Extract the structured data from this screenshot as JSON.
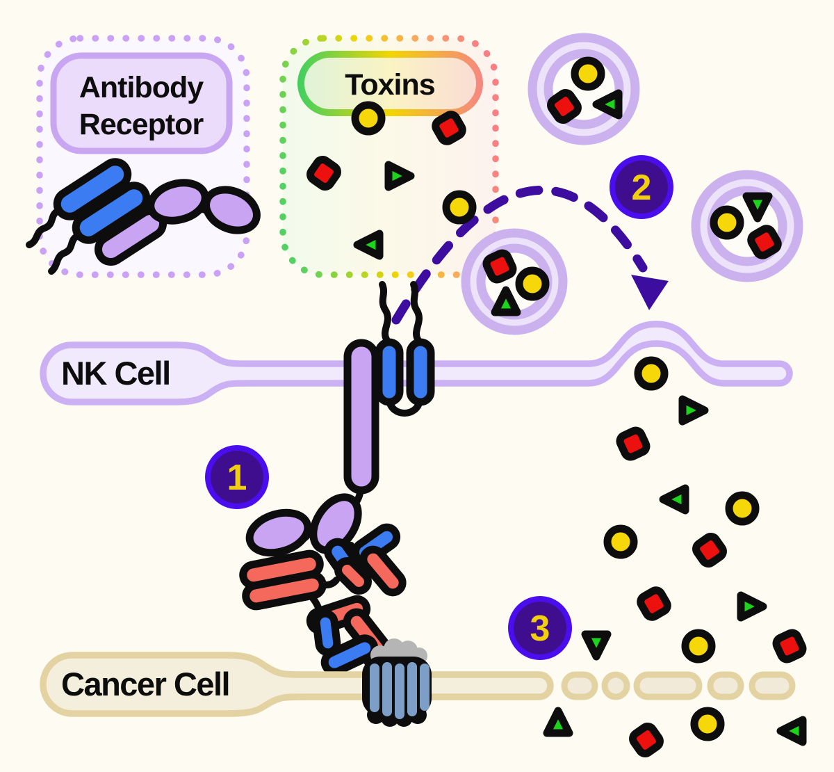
{
  "diagram": {
    "legend": {
      "antibody_receptor": {
        "label_line1": "Antibody",
        "label_line2": "Receptor"
      },
      "toxins": {
        "label": "Toxins"
      }
    },
    "cells": {
      "nk": {
        "label": "NK Cell"
      },
      "cancer": {
        "label": "Cancer Cell"
      }
    },
    "step_badges": {
      "one": "1",
      "two": "2",
      "three": "3"
    },
    "icons": {
      "toxin_yellow": "yellow-circle-toxin",
      "toxin_red": "red-diamond-toxin",
      "toxin_green": "green-triangle-toxin",
      "vesicle": "toxin-filled-vesicle",
      "antibody": "antibody-molecule",
      "receptor": "antibody-fc-receptor",
      "pore": "target-membrane-receptor-pore",
      "arrow": "dashed-vesicle-transport-arrow"
    },
    "colors": {
      "background": "#fdfbf2",
      "nk_membrane_stroke": "#cbb1f3",
      "nk_membrane_fill": "#f1e9fc",
      "cancer_membrane_stroke": "#e3d2a2",
      "cancer_membrane_fill": "#f4eedd",
      "badge_ring": "#4a0dee",
      "badge_core": "#3f0e8f",
      "badge_text": "#f2cf0c",
      "toxin_yellow": "#f6d70a",
      "toxin_red": "#ec100f",
      "toxin_green": "#1bd41b",
      "antibody_blue": "#3c7cf2",
      "antibody_lavender": "#c9a4f2",
      "antibody_salmon": "#f4695c",
      "pore_blue": "#7d9fc7",
      "vesicle_ring": "#cbb2ef",
      "arrow_purple": "#3c0d9e",
      "antibody_box_dots": "#c9a2f5",
      "toxin_box_gradient": [
        "#55d163",
        "#f0d504",
        "#f87f83"
      ],
      "outline": "#0d0d0d"
    }
  }
}
